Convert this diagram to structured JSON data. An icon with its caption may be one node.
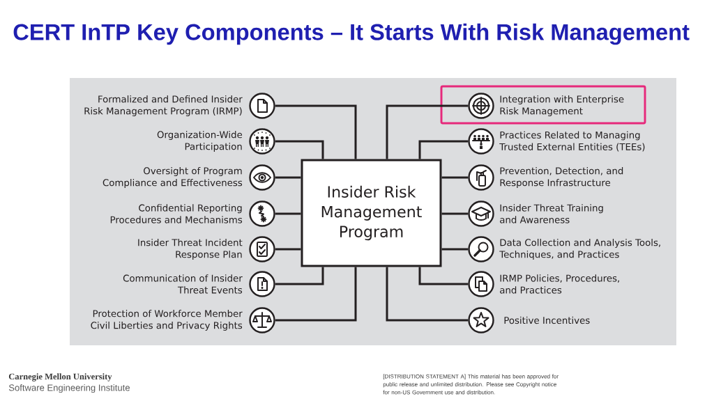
{
  "diagram": {
    "title": "CERT InTP Key Components – It Starts With Risk Management",
    "nodes": [
      {
        "text": [
          "Insider Risk Management Program"
        ]
      },
      {
        "text": [],
        "shape": "circle",
        "beside": [
          "Formalized and Defined Insider Risk Management Program (IRMP)"
        ]
      },
      {
        "text": [],
        "shape": "circle",
        "beside": [
          "Organization-Wide Participation"
        ]
      },
      {
        "text": [],
        "shape": "circle",
        "beside": [
          "Oversight of Program Compliance and Effectiveness"
        ]
      },
      {
        "text": [],
        "shape": "circle",
        "beside": [
          "Confidential Reporting Procedures and Mechanisms"
        ]
      },
      {
        "text": [],
        "shape": "circle",
        "beside": [
          "Insider Threat Incident Response Plan"
        ]
      },
      {
        "text": [],
        "shape": "circle",
        "beside": [
          "Communication of Insider Threat Events"
        ]
      },
      {
        "text": [],
        "shape": "circle",
        "beside": [
          "Protection of Workforce Member Civil Liberties and Privacy Rights"
        ]
      },
      {
        "text": [],
        "shape": "box"
      },
      {
        "text": [],
        "shape": "circle",
        "in": 8,
        "beside": [
          "Integration with Enterprise Risk Management"
        ]
      },
      {
        "text": [],
        "shape": "circle",
        "beside": [
          "Practices Related to Managing Trusted External Entities (TEEs)"
        ]
      },
      {
        "text": [],
        "shape": "circle",
        "beside": [
          "Prevention, Detection, and Response Infrastructure"
        ]
      },
      {
        "text": [],
        "shape": "circle",
        "beside": [
          "Insider Threat Training and Awareness"
        ]
      },
      {
        "text": [],
        "shape": "circle",
        "beside": [
          "Data Collection and Analysis Tools, Techniques, and Practices"
        ]
      },
      {
        "text": [],
        "shape": "circle",
        "beside": [
          "IRMP Policies, Procedures, and Practices"
        ]
      },
      {
        "text": [],
        "shape": "circle",
        "beside": [
          "Positive Incentives"
        ]
      }
    ],
    "edges": [
      {
        "from": 0,
        "to": 1,
        "arrow": "none"
      },
      {
        "from": 0,
        "to": 2,
        "arrow": "none"
      },
      {
        "from": 0,
        "to": 3,
        "arrow": "none"
      },
      {
        "from": 0,
        "to": 4,
        "arrow": "none"
      },
      {
        "from": 0,
        "to": 5,
        "arrow": "none"
      },
      {
        "from": 0,
        "to": 6,
        "arrow": "none"
      },
      {
        "from": 0,
        "to": 7,
        "arrow": "none"
      },
      {
        "from": 0,
        "to": 9,
        "arrow": "none"
      },
      {
        "from": 0,
        "to": 10,
        "arrow": "none"
      },
      {
        "from": 0,
        "to": 11,
        "arrow": "none"
      },
      {
        "from": 0,
        "to": 12,
        "arrow": "none"
      },
      {
        "from": 0,
        "to": 13,
        "arrow": "none"
      },
      {
        "from": 0,
        "to": 14,
        "arrow": "none"
      },
      {
        "from": 0,
        "to": 15,
        "arrow": "none"
      }
    ],
    "labels": [
      "Carnegie Mellon University",
      "Software Engineering Institute",
      "[DISTRIBUTION STATEMENT A] This material has been approved for public release and unlimited distribution. Please see Copyright notice for non-US Government use and distribution."
    ]
  }
}
